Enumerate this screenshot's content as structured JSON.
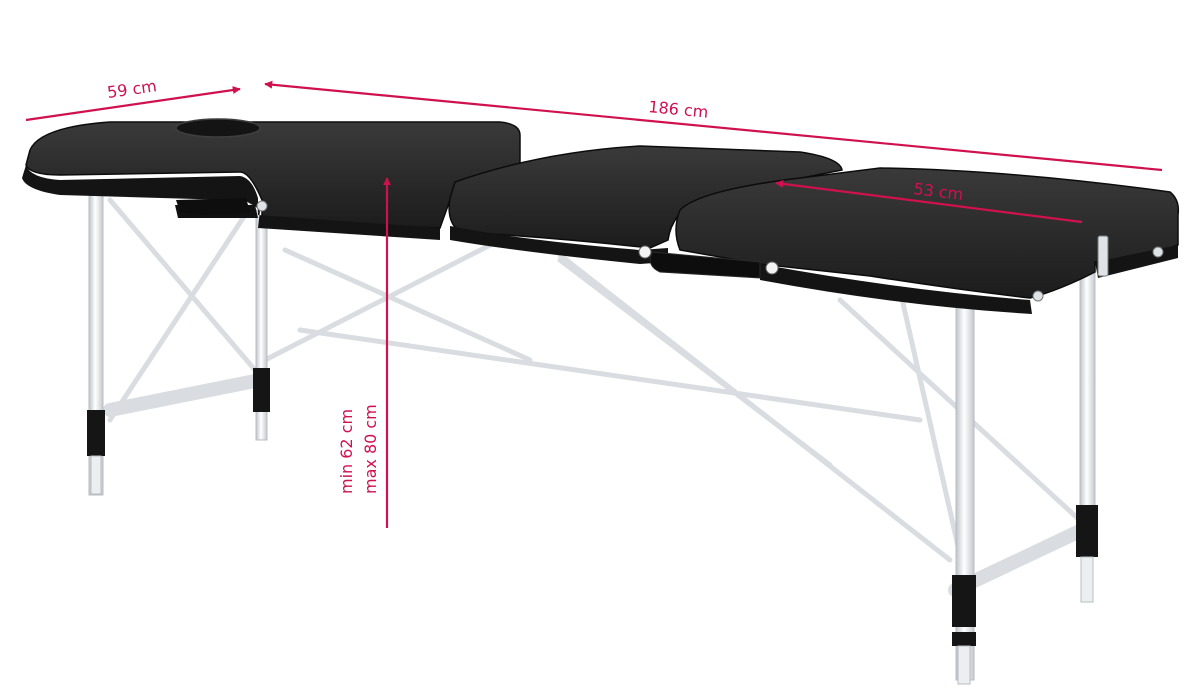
{
  "colors": {
    "dimension": "#d0114f",
    "upholstery": "#1e1e1e",
    "upholstery_top": "#2c2c2c",
    "frame": "#e4e6e9",
    "frame_edge": "#b6bac0",
    "leg_band": "#151515",
    "background": "#ffffff"
  },
  "dimensions": {
    "width": "59 cm",
    "length": "186 cm",
    "section": "53 cm",
    "height_min": "min 62 cm",
    "height_max": "max 80 cm"
  }
}
